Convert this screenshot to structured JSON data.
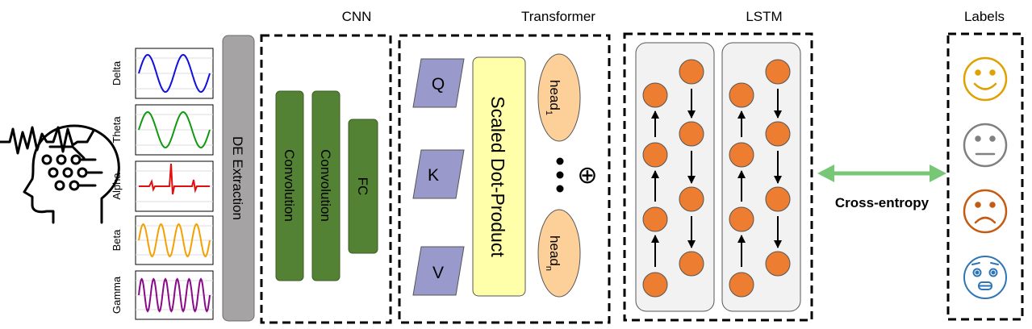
{
  "sections": {
    "cnn": "CNN",
    "transformer": "Transformer",
    "lstm": "LSTM",
    "labels": "Labels"
  },
  "bands": [
    "Delta",
    "Theta",
    "Alpha",
    "Beta",
    "Gamma"
  ],
  "band_colors": {
    "Delta": "#1010e0",
    "Theta": "#119911",
    "Alpha": "#e01010",
    "Beta": "#f5a000",
    "Gamma": "#8a0a8a"
  },
  "de_extraction": "DE Extraction",
  "cnn_layers": [
    "Convolution",
    "Convolution",
    "FC"
  ],
  "qkv": [
    "Q",
    "K",
    "V"
  ],
  "attention": "Scaled Dot-Product",
  "heads": {
    "first_base": "head",
    "first_sub": "1",
    "last_base": "head",
    "last_sub": "n"
  },
  "concat_symbol": "⊕",
  "loss": "Cross-entropy",
  "emotions": [
    "happy-face-icon",
    "neutral-face-icon",
    "sad-face-icon",
    "fearful-face-icon"
  ],
  "colors": {
    "cnn_block": "#548235",
    "qkv": "#9999cc",
    "attention_block": "#ffffaa",
    "head": "#fdd09a",
    "lstm_node": "#ed7d31",
    "lstm_column": "#f2f2f2",
    "de_block": "#a6a3a4",
    "arrow_green": "#77c777",
    "happy": "#e0a000",
    "neutral": "#808080",
    "sad": "#c55a11",
    "fear": "#2e75b6"
  }
}
